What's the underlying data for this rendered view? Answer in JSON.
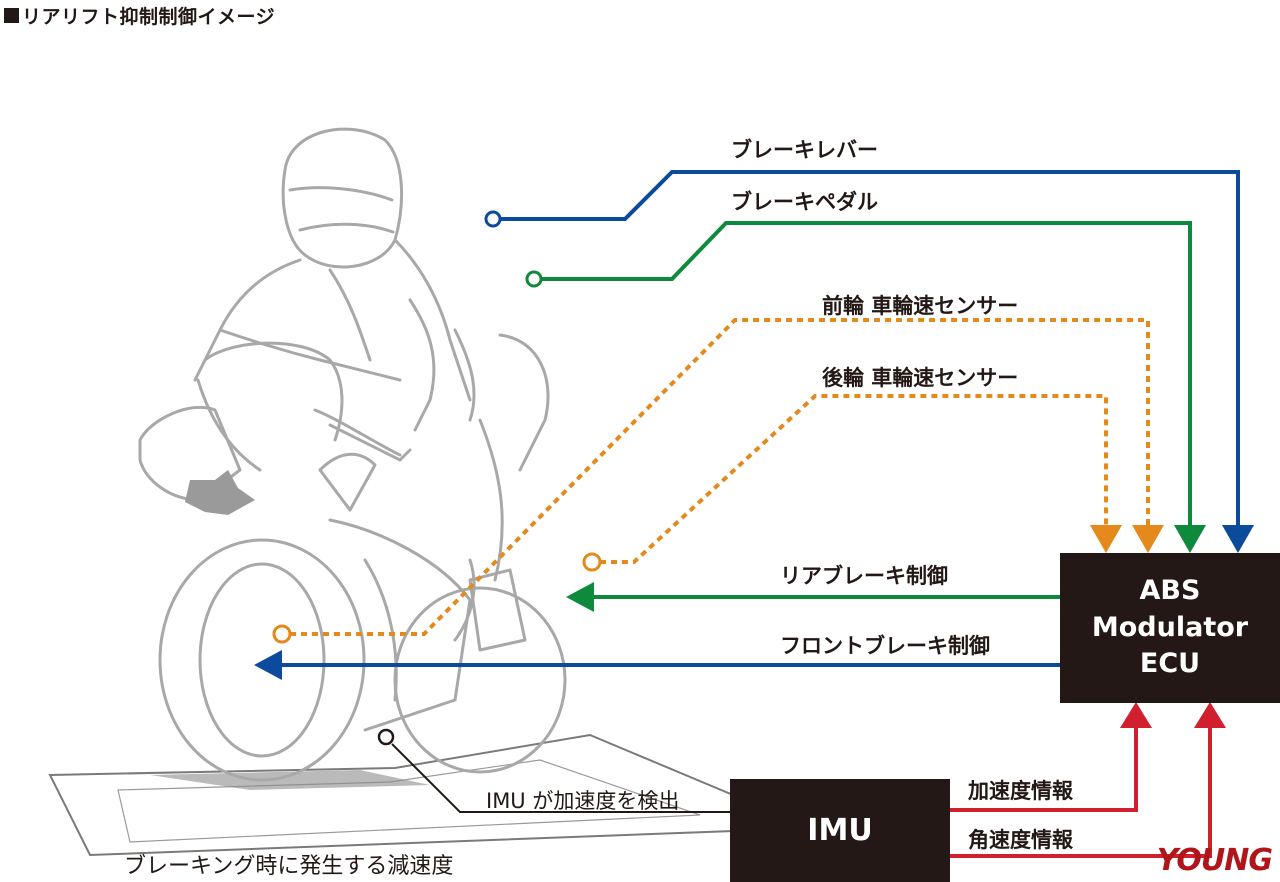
{
  "title": "リアリフト抑制制御イメージ",
  "signals": {
    "brake_lever": "ブレーキレバー",
    "brake_pedal": "ブレーキペダル",
    "front_wheel_sensor": "前輪 車輪速センサー",
    "rear_wheel_sensor": "後輪 車輪速センサー",
    "rear_brake_control": "リアブレーキ制御",
    "front_brake_control": "フロントブレーキ制御",
    "acceleration_info": "加速度情報",
    "angular_velocity_info": "角速度情報"
  },
  "ecu_box": {
    "line1": "ABS",
    "line2": "Modulator",
    "line3": "ECU"
  },
  "imu_box": {
    "label": "IMU"
  },
  "captions": {
    "imu_detect": "IMU が加速度を検出",
    "deceleration": "ブレーキング時に発生する減速度"
  },
  "watermark": "YOUNG",
  "colors": {
    "blue": "#0c4a9c",
    "green": "#0f8a3c",
    "orange": "#e48a1c",
    "red": "#d21f2d",
    "box": "#231815",
    "sketch": "#a8a8a8"
  }
}
